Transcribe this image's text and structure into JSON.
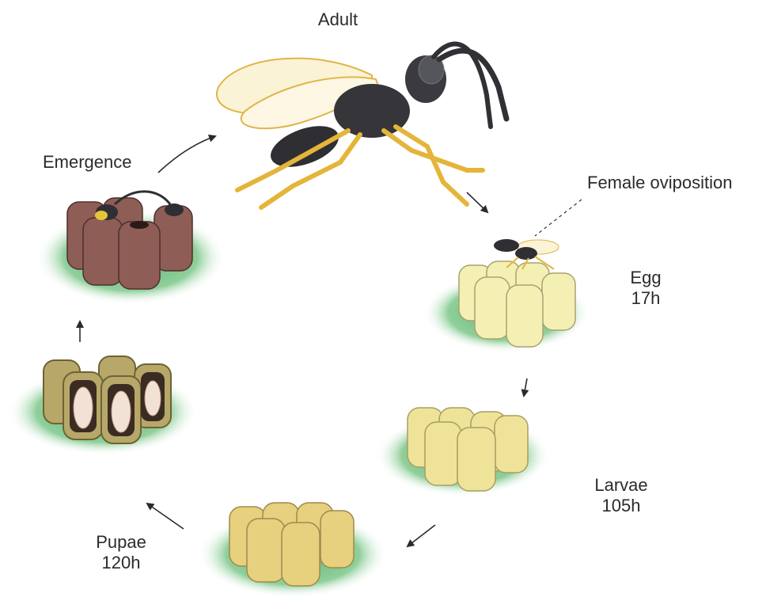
{
  "labels": {
    "adult": "Adult",
    "emergence": "Emergence",
    "female_oviposition": "Female oviposition",
    "egg": "Egg",
    "egg_duration": "17h",
    "larvae": "Larvae",
    "larvae_duration": "105h",
    "pupae": "Pupae",
    "pupae_duration": "120h"
  },
  "stages": [
    "Adult",
    "Egg",
    "Larvae",
    "Pupae",
    "Emergence"
  ],
  "colors": {
    "leaf": "#8fcf9a",
    "leaf_dark": "#4f9e68",
    "egg_cell": "#f4f0b4",
    "larvae_cell": "#efe39a",
    "pupae_cell": "#e7d07e",
    "pupae_open_cell": "#b7a86a",
    "emergence_cell": "#8e5d56",
    "wasp_body": "#2f2f33",
    "wasp_leg": "#e4b53a",
    "wing": "#fbf3d6",
    "arrow": "#2a2a2a"
  }
}
